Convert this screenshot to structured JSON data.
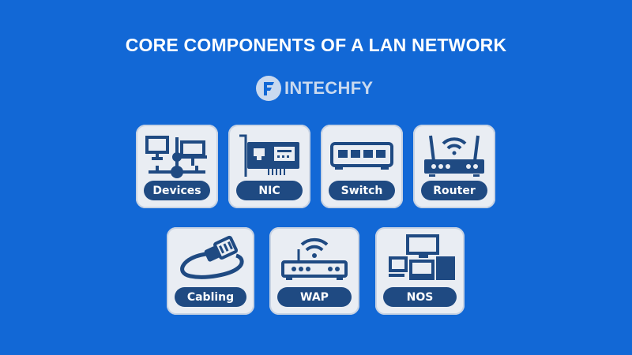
{
  "title": "CORE COMPONENTS OF A LAN NETWORK",
  "brand": {
    "name": "INTECHFY",
    "logo_letter": "F",
    "icon": "intechfy-logo-icon"
  },
  "colors": {
    "background": "#1268d6",
    "card": "#e9edf3",
    "pill": "#1f4a82",
    "icon": "#1f4a82",
    "title": "#ffffff",
    "brand": "#c9d9ef"
  },
  "components": [
    {
      "label": "Devices",
      "icon": "devices-network-icon"
    },
    {
      "label": "NIC",
      "icon": "network-card-icon"
    },
    {
      "label": "Switch",
      "icon": "switch-icon"
    },
    {
      "label": "Router",
      "icon": "router-icon"
    },
    {
      "label": "Cabling",
      "icon": "ethernet-cable-icon"
    },
    {
      "label": "WAP",
      "icon": "wireless-access-point-icon"
    },
    {
      "label": "NOS",
      "icon": "network-os-icon"
    }
  ]
}
